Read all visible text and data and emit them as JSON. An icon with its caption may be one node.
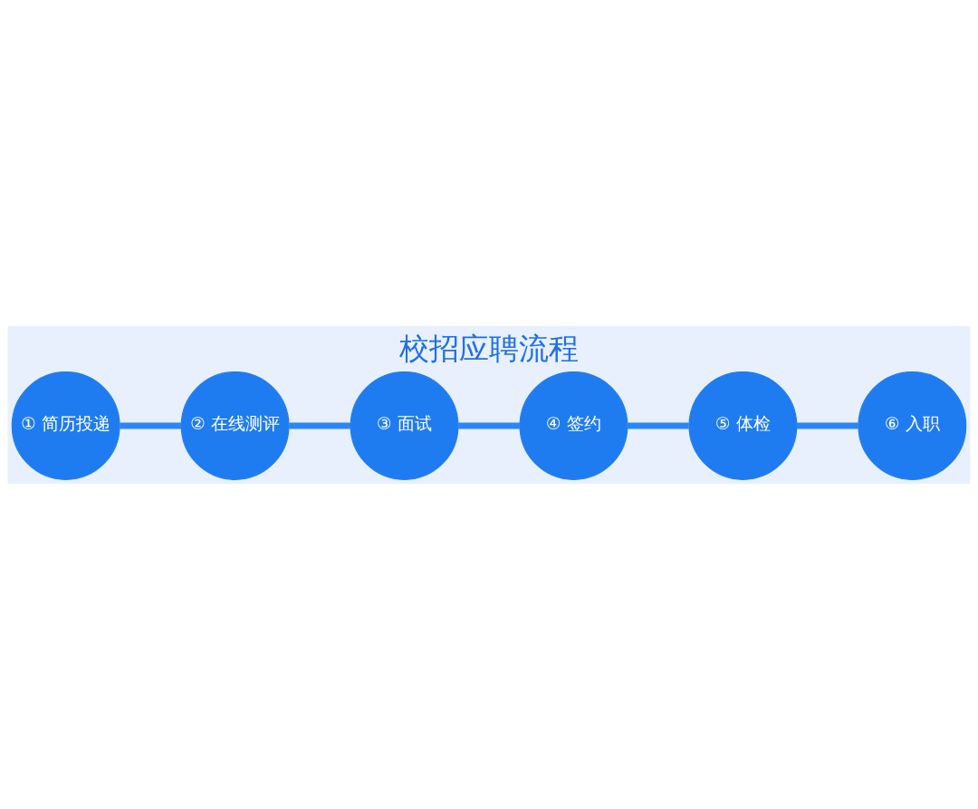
{
  "diagram": {
    "title": "校招应聘流程",
    "nodes": [
      {
        "text": [
          "① 简历投递"
        ]
      },
      {
        "text": [
          "② 在线测评"
        ]
      },
      {
        "text": [
          "③ 面试"
        ]
      },
      {
        "text": [
          "④ 签约"
        ]
      },
      {
        "text": [
          "⑤ 体检"
        ]
      },
      {
        "text": [
          "⑥ 入职"
        ]
      }
    ],
    "edges": [
      {
        "from": 0,
        "to": 1,
        "arrow": "none"
      },
      {
        "from": 1,
        "to": 2,
        "arrow": "none"
      },
      {
        "from": 2,
        "to": 3,
        "arrow": "none"
      },
      {
        "from": 3,
        "to": 4,
        "arrow": "none"
      },
      {
        "from": 4,
        "to": 5,
        "arrow": "none"
      }
    ]
  }
}
